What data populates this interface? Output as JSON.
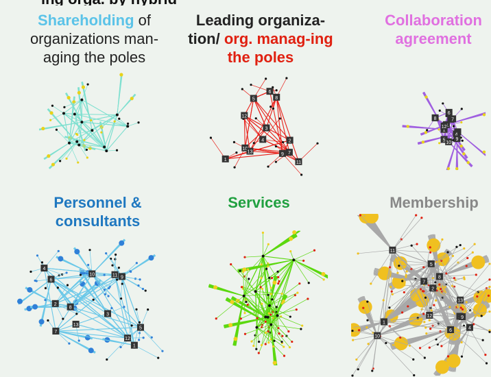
{
  "top_clipped_text": "ing orga. by hybrid",
  "panels": [
    {
      "id": "shareholding",
      "title_parts": [
        {
          "text": "Shareholding",
          "color": "#5bc3e8",
          "bold": true
        },
        {
          "text": " of organizations man-aging the poles",
          "color": "#222222",
          "bold": false
        }
      ],
      "edge_color": "#7fe0d0",
      "node_color": "#111111",
      "leaf_color": "#e8d21a"
    },
    {
      "id": "leading",
      "title_parts": [
        {
          "text": "Leading organiza-tion/ ",
          "color": "#111111",
          "bold": true
        },
        {
          "text": "org. manag-ing the poles",
          "color": "#e02010",
          "bold": true
        }
      ],
      "edge_color": "#e8201a",
      "node_color": "#111111",
      "leaf_color": "#111111"
    },
    {
      "id": "collaboration",
      "title_parts": [
        {
          "text": "Collaboration agreement",
          "color": "#e070e0",
          "bold": true
        }
      ],
      "edge_color": "#a060e0",
      "node_color": "#111111",
      "leaf_color": "#e8d21a"
    },
    {
      "id": "personnel",
      "title_parts": [
        {
          "text": "Personnel & consultants",
          "color": "#1f78c0",
          "bold": true
        }
      ],
      "edge_color": "#6cc8e8",
      "node_color": "#111111",
      "leaf_color": "#3080d8"
    },
    {
      "id": "services",
      "title_parts": [
        {
          "text": "Services",
          "color": "#20a040",
          "bold": true
        }
      ],
      "edge_color": "#5cd810",
      "node_color": "#111111",
      "leaf_color": "#f0d020"
    },
    {
      "id": "membership",
      "title_parts": [
        {
          "text": "Membership",
          "color": "#888888",
          "bold": true
        }
      ],
      "edge_color": "#a8a8a8",
      "node_color": "#111111",
      "leaf_color": "#f0c020"
    }
  ],
  "node_labels": {
    "leading": [
      "1",
      "2",
      "3",
      "4",
      "5",
      "6",
      "7",
      "8",
      "9",
      "10",
      "11",
      "12",
      "13"
    ],
    "collaboration": [
      "1",
      "2",
      "3",
      "4",
      "5",
      "6",
      "7",
      "8",
      "9",
      "10",
      "11",
      "12"
    ],
    "personnel": [
      "1",
      "2",
      "3",
      "4",
      "5",
      "6",
      "7",
      "8",
      "9",
      "10",
      "11",
      "12",
      "13"
    ],
    "membership": [
      "1",
      "2",
      "3",
      "4",
      "5",
      "6",
      "7",
      "8",
      "9",
      "10",
      "11",
      "12",
      "13"
    ]
  }
}
